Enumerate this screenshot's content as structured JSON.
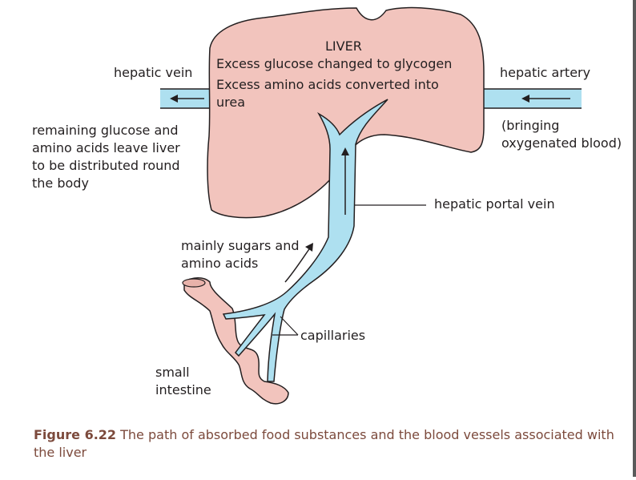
{
  "liver": {
    "title": "LIVER",
    "line1": "Excess glucose changed to glycogen",
    "line2": "Excess amino acids converted into",
    "line3": "urea"
  },
  "labels": {
    "hepatic_vein": "hepatic vein",
    "hepatic_artery": "hepatic artery",
    "bringing_1": "(bringing",
    "bringing_2": "oxygenated blood)",
    "remaining_1": "remaining glucose and",
    "remaining_2": "amino acids leave liver",
    "remaining_3": "to be distributed round",
    "remaining_4": "the body",
    "portal_vein": "hepatic portal vein",
    "sugars_1": "mainly sugars and",
    "sugars_2": "amino acids",
    "capillaries": "capillaries",
    "intestine_1": "small",
    "intestine_2": "intestine"
  },
  "caption": {
    "figure": "Figure 6.22",
    "text": "The path of absorbed food substances and the blood vessels associated with the liver"
  },
  "colors": {
    "liver": "#f2c4bd",
    "vessel": "#aee0f0",
    "intestine": "#f2c4bd",
    "outline": "#231f20",
    "caption": "#7c4a3c"
  }
}
